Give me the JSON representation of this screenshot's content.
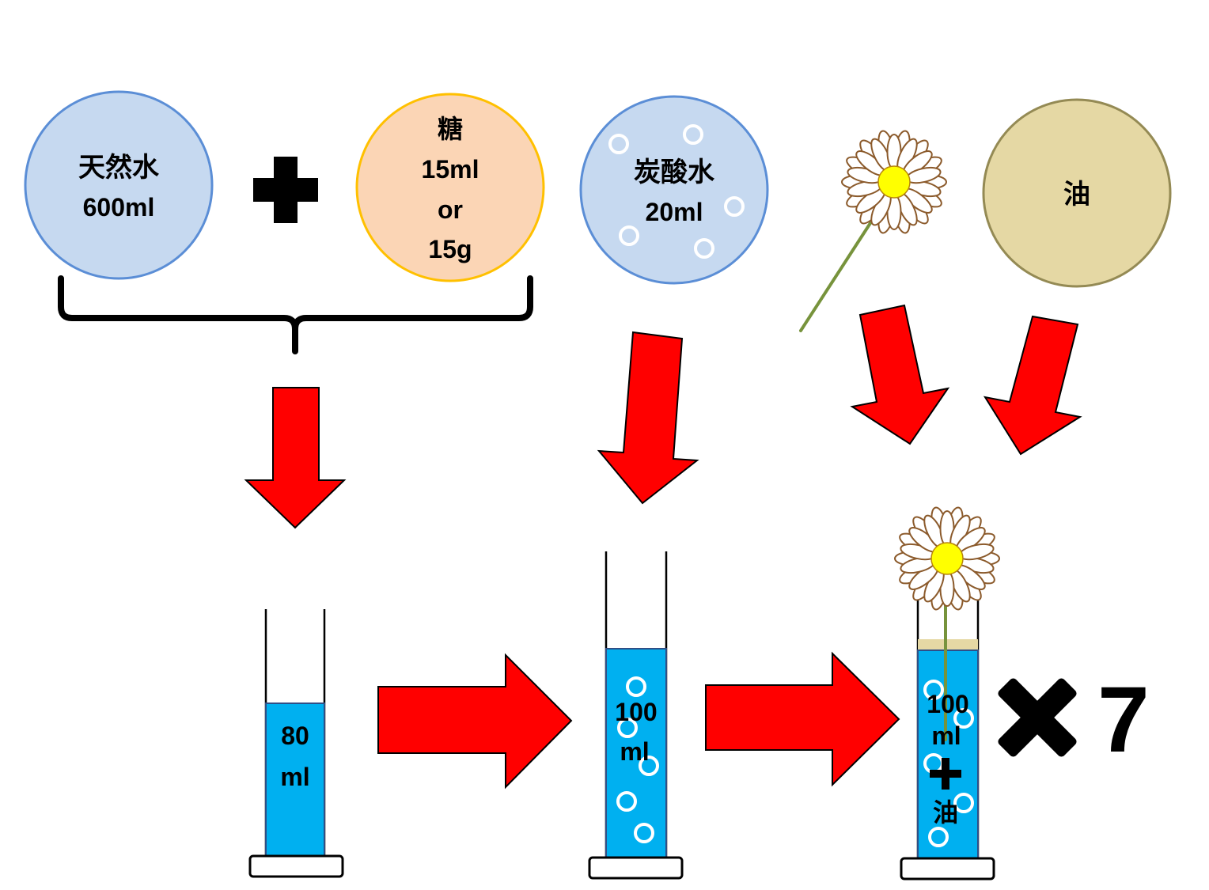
{
  "ingredients": {
    "natural_water": {
      "name": "天然水",
      "amount": "600ml"
    },
    "sugar": {
      "name": "糖",
      "amount_volume": "15ml",
      "conjunction": "or",
      "amount_weight": "15g"
    },
    "soda_water": {
      "name": "炭酸水",
      "amount": "20ml"
    },
    "oil": {
      "name": "油"
    }
  },
  "cylinders": [
    {
      "volume": "80",
      "unit": "ml"
    },
    {
      "volume": "100",
      "unit": "ml"
    },
    {
      "volume": "100",
      "unit": "ml",
      "additive": "油"
    }
  ],
  "repeat": {
    "count": "7"
  },
  "icons": [
    "plus-icon",
    "multiply-icon",
    "daisy-flower-icon",
    "bubble-icon",
    "arrow-icon",
    "brace-icon",
    "graduated-cylinder-icon"
  ],
  "colors": {
    "water_circle": "#c6d9f0",
    "water_circle_border": "#5b8ed6",
    "sugar_circle": "#fbd5b5",
    "sugar_circle_border": "#ffc000",
    "oil": "#e5d8a4",
    "oil_border": "#948a54",
    "liquid": "#00b0f0",
    "arrow": "#ff0000",
    "stem": "#77933c",
    "flower_center": "#ffff00"
  }
}
